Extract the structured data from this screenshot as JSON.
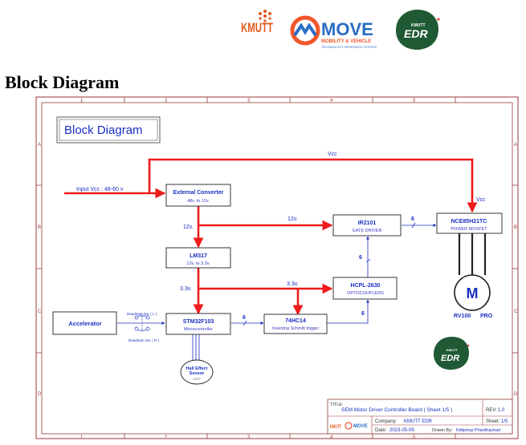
{
  "header": {
    "logos": {
      "kmutt_logo": "KMUTT",
      "move_logo_word": "MOVE",
      "move_logo_sub": "MOBILITY & VEHICLE",
      "move_logo_sub2": "TECHNOLOGY RESEARCH CENTER",
      "edr_logo_top": "KMUTT",
      "edr_logo_word": "EDR"
    },
    "heading": "Block Diagram"
  },
  "sheet": {
    "title_box": "Block Diagram",
    "col_numbers": [
      "1",
      "2",
      "3",
      "4",
      "5"
    ],
    "row_letters": [
      "A",
      "B",
      "C",
      "D"
    ]
  },
  "diagram": {
    "input_label": "Input Vcc : 48-60 v",
    "vcc_top": "Vcc",
    "vcc_right": "Vcc",
    "v12_left": "12v.",
    "v12_mid": "12v.",
    "v33_left": "3.3v.",
    "v33_mid": "3.3v.",
    "bus_6_top": "6",
    "bus_6_vert": "6",
    "bus_6_mid": "6",
    "bus_6_low": "6",
    "blocks": {
      "ext_conv": {
        "name": "External Converter",
        "sub": "48v. to 12v."
      },
      "lm317": {
        "name": "LM317",
        "sub": "12v. to 3.3v."
      },
      "stm32": {
        "name": "STM32F103",
        "sub": "Microcontroller"
      },
      "accel": {
        "name": "Accelerator"
      },
      "hc14": {
        "name": "74HC14",
        "sub": "Inverting Schmitt trigger"
      },
      "hcpl": {
        "name": "HCPL-2630",
        "sub": "OPTOCOUPLERS"
      },
      "ir2101": {
        "name": "IR2101",
        "sub": "GATE DRIVER"
      },
      "mosfet": {
        "name": "NCE85H21TC",
        "sub": "POWER MOSFET"
      }
    },
    "deadman_l": "Deadman Sw. ( L )",
    "deadman_r": "Deadman Sw. ( R )",
    "hall": {
      "line1": "Hall Effect",
      "line2": "Sensor",
      "ref": "SH1P"
    },
    "motor_letter": "M",
    "motor_left": "RV100",
    "motor_right": "PRO"
  },
  "title_block": {
    "title_label": "TITLE:",
    "title_value": "SEM Motor Driver Controller Board ( Sheet 1/5 )",
    "rev_label": "REV:",
    "rev_value": "1.0",
    "company_label": "Company:",
    "company_value": "KMUTT EDR",
    "sheet_label": "Sheet:",
    "sheet_value": "1/5",
    "date_label": "Date:",
    "date_value": "2023-05-09",
    "drawn_label": "Drawn By:",
    "drawn_value": "Kittiphop Phanthachart"
  },
  "colors": {
    "wire_red": "#ee1c1c",
    "block_text": "#1a2fc0",
    "sub_text": "#3a3ac8",
    "frame": "#9a3a3a",
    "edr_green": "#1f5a34",
    "move_orange": "#f0562a",
    "move_blue": "#2a6dc4"
  }
}
